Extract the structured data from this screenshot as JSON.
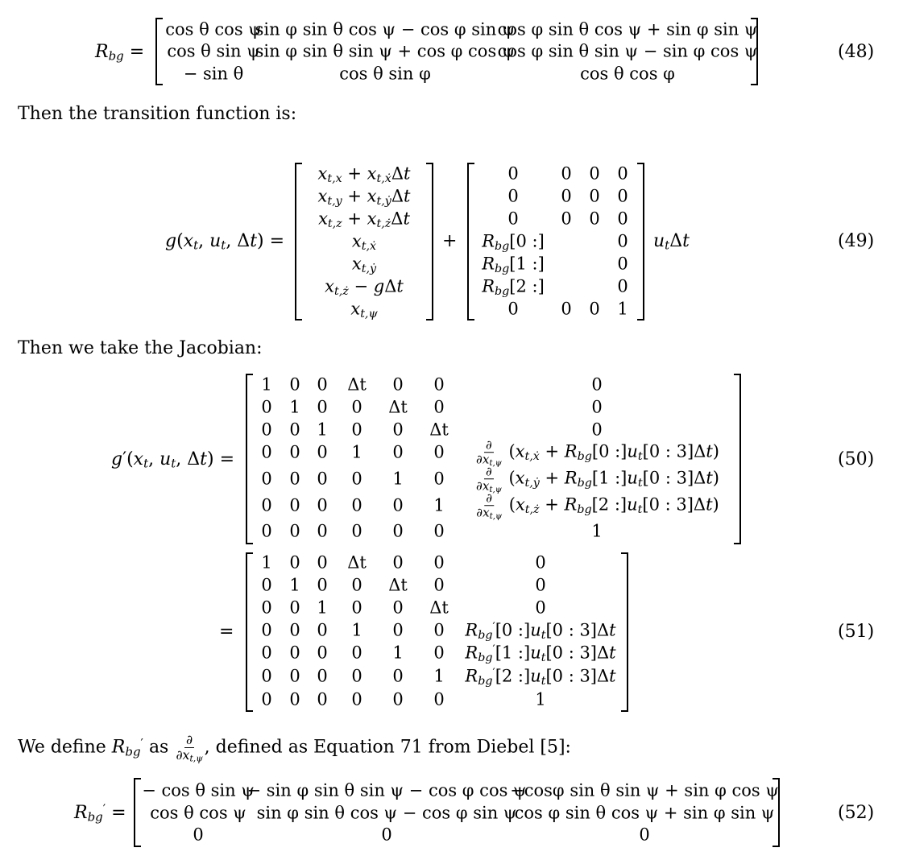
{
  "eq48": {
    "lhs": "R",
    "lhs_sub": "bg",
    "number": "(48)",
    "rows": [
      [
        "cos θ cos ψ",
        "sin φ sin θ cos ψ − cos φ sin ψ",
        "cos φ sin θ cos ψ + sin φ sin ψ"
      ],
      [
        "cos θ sin ψ",
        "sin φ sin θ sin ψ + cos φ cos ψ",
        "cos φ sin θ sin ψ − sin φ cos ψ"
      ],
      [
        "− sin θ",
        "cos θ sin φ",
        "cos θ cos φ"
      ]
    ]
  },
  "text1": "Then the transition function is:",
  "eq49": {
    "lhs": "g(x",
    "lhs_rest": ", u",
    "lhs_end": ", Δt) =",
    "number": "(49)",
    "plus": "+",
    "suffix": "u",
    "suffix_end": "Δt",
    "vector": [
      "x_{t,x} + x_{t,ẋ}Δt",
      "x_{t,y} + x_{t,ẏ}Δt",
      "x_{t,z} + x_{t,ż}Δt",
      "x_{t,ẋ}",
      "x_{t,ẏ}",
      "x_{t,ż} − gΔt",
      "x_{t,ψ}"
    ],
    "matrix": [
      [
        "0",
        "0",
        "0",
        "0"
      ],
      [
        "0",
        "0",
        "0",
        "0"
      ],
      [
        "0",
        "0",
        "0",
        "0"
      ],
      [
        "R_bg[0 :]",
        "",
        "",
        "0"
      ],
      [
        "R_bg[1 :]",
        "",
        "",
        "0"
      ],
      [
        "R_bg[2 :]",
        "",
        "",
        "0"
      ],
      [
        "0",
        "0",
        "0",
        "1"
      ]
    ]
  },
  "text2": "Then we take the Jacobian:",
  "eq50": {
    "lhs": "g′(x",
    "number": "(50)",
    "rows": [
      [
        "1",
        "0",
        "0",
        "Δt",
        "0",
        "0",
        "0"
      ],
      [
        "0",
        "1",
        "0",
        "0",
        "Δt",
        "0",
        "0"
      ],
      [
        "0",
        "0",
        "1",
        "0",
        "0",
        "Δt",
        "0"
      ],
      [
        "0",
        "0",
        "0",
        "1",
        "0",
        "0",
        "∂/∂x_{t,ψ} (x_{t,ẋ} + R_bg[0 :]u_t[0 : 3]Δt)"
      ],
      [
        "0",
        "0",
        "0",
        "0",
        "1",
        "0",
        "∂/∂x_{t,ψ} (x_{t,ẏ} + R_bg[1 :]u_t[0 : 3]Δt)"
      ],
      [
        "0",
        "0",
        "0",
        "0",
        "0",
        "1",
        "∂/∂x_{t,ψ} (x_{t,ż} + R_bg[2 :]u_t[0 : 3]Δt)"
      ],
      [
        "0",
        "0",
        "0",
        "0",
        "0",
        "0",
        "1"
      ]
    ]
  },
  "eq51": {
    "lhs": "=",
    "number": "(51)",
    "rows": [
      [
        "1",
        "0",
        "0",
        "Δt",
        "0",
        "0",
        "0"
      ],
      [
        "0",
        "1",
        "0",
        "0",
        "Δt",
        "0",
        "0"
      ],
      [
        "0",
        "0",
        "1",
        "0",
        "0",
        "Δt",
        "0"
      ],
      [
        "0",
        "0",
        "0",
        "1",
        "0",
        "0",
        "R′_bg[0 :]u_t[0 : 3]Δt"
      ],
      [
        "0",
        "0",
        "0",
        "0",
        "1",
        "0",
        "R′_bg[1 :]u_t[0 : 3]Δt"
      ],
      [
        "0",
        "0",
        "0",
        "0",
        "0",
        "1",
        "R′_bg[2 :]u_t[0 : 3]Δt"
      ],
      [
        "0",
        "0",
        "0",
        "0",
        "0",
        "0",
        "1"
      ]
    ]
  },
  "text3": {
    "before": "We define",
    "as": "as",
    "after": ", defined as Equation 71 from Diebel [5]:"
  },
  "eq52": {
    "number": "(52)",
    "rows": [
      [
        "− cos θ sin ψ",
        "− sin φ sin θ sin ψ − cos φ cos ψ",
        "−cosφ sin θ sin ψ + sin φ cos ψ"
      ],
      [
        "cos θ cos ψ",
        "sin φ sin θ cos ψ − cos φ sin ψ",
        "cos φ sin θ cos ψ + sin φ sin ψ"
      ],
      [
        "0",
        "0",
        "0"
      ]
    ]
  }
}
